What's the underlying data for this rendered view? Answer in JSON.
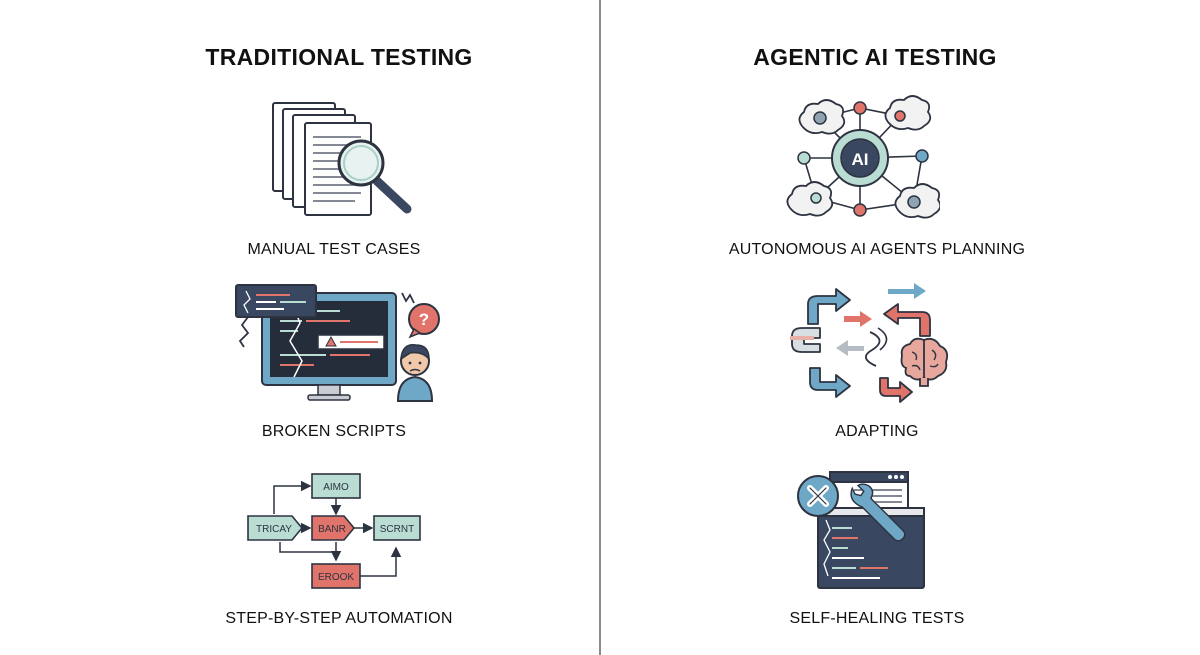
{
  "left": {
    "title": "TRADITIONAL TESTING",
    "items": [
      {
        "label": "MANUAL TEST CASES"
      },
      {
        "label": "BROKEN SCRIPTS"
      },
      {
        "label": "STEP-BY-STEP AUTOMATION"
      }
    ],
    "flow_nodes": [
      "AIMO",
      "TRICAY",
      "BANR",
      "SCRNT",
      "EROOK"
    ]
  },
  "right": {
    "title": "AGENTIC AI TESTING",
    "items": [
      {
        "label": "AUTONOMOUS AI AGENTS PLANNING"
      },
      {
        "label": "ADAPTING"
      },
      {
        "label": "SELF-HEALING TESTS"
      }
    ],
    "ai_badge": "AI"
  },
  "colors": {
    "outline": "#2d3340",
    "teal": "#b9dcd3",
    "red": "#e0736a",
    "blue": "#6fa8c7",
    "navy": "#3a4760",
    "divider": "#8a8a8a"
  }
}
